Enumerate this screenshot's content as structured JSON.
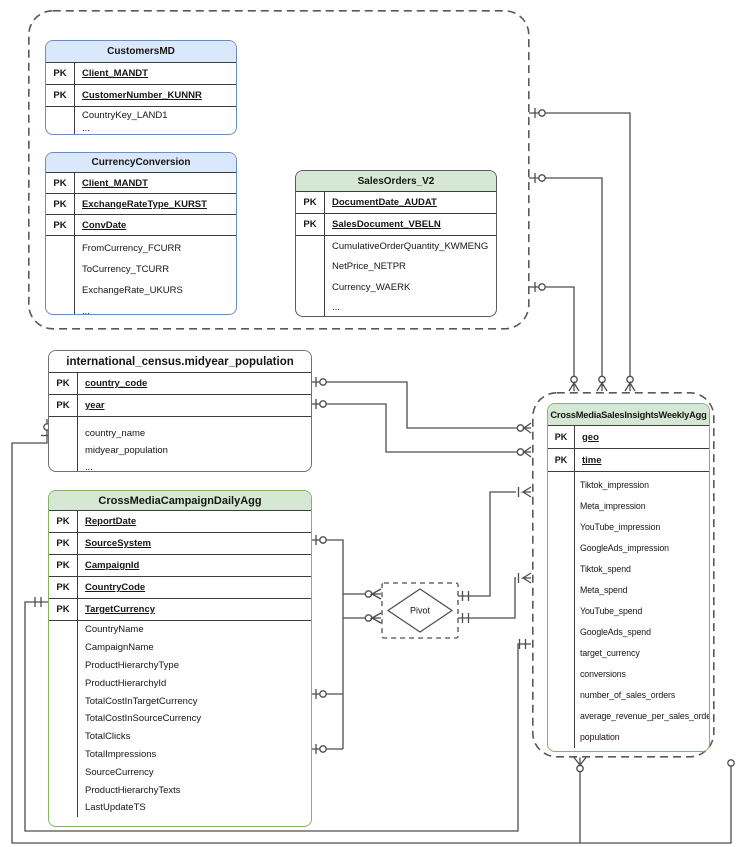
{
  "labels": {
    "pk": "PK",
    "pivot": "Pivot"
  },
  "colors": {
    "blue_header": "#dae8fc",
    "blue_border": "#6c8ebf",
    "green_header": "#d5e8d4",
    "green_border": "#82b366",
    "dark_border": "#5b5b5b",
    "gray_border": "#707070",
    "connector_line": "#4d4d4d",
    "background": "#ffffff"
  },
  "tables": {
    "customersmd": {
      "title": "CustomersMD",
      "pk_fields": [
        "Client_MANDT",
        "CustomerNumber_KUNNR"
      ],
      "fields": [
        "CountryKey_LAND1",
        "..."
      ]
    },
    "currencyconversion": {
      "title": "CurrencyConversion",
      "pk_fields": [
        "Client_MANDT",
        "ExchangeRateType_KURST",
        "ConvDate"
      ],
      "fields": [
        "FromCurrency_FCURR",
        "ToCurrency_TCURR",
        "ExchangeRate_UKURS",
        "..."
      ]
    },
    "salesorders": {
      "title": "SalesOrders_V2",
      "pk_fields": [
        "DocumentDate_AUDAT",
        "SalesDocument_VBELN"
      ],
      "fields": [
        "CumulativeOrderQuantity_KWMENG",
        "NetPrice_NETPR",
        "Currency_WAERK",
        "..."
      ]
    },
    "census": {
      "title": "international_census.midyear_population",
      "pk_fields": [
        "country_code",
        "year"
      ],
      "fields": [
        "country_name",
        "midyear_population",
        "..."
      ]
    },
    "daily": {
      "title": "CrossMediaCampaignDailyAgg",
      "pk_fields": [
        "ReportDate",
        "SourceSystem",
        "CampaignId",
        "CountryCode",
        "TargetCurrency"
      ],
      "fields": [
        "CountryName",
        "CampaignName",
        "ProductHierarchyType",
        "ProductHierarchyId",
        "TotalCostInTargetCurrency",
        "TotalCostInSourceCurrency",
        "TotalClicks",
        "TotalImpressions",
        "SourceCurrency",
        "ProductHierarchyTexts",
        "LastUpdateTS"
      ]
    },
    "weekly": {
      "title": "CrossMediaSalesInsightsWeeklyAgg",
      "pk_fields": [
        "geo",
        "time"
      ],
      "fields": [
        "Tiktok_impression",
        "Meta_impression",
        "YouTube_impression",
        "GoogleAds_impression",
        "Tiktok_spend",
        "Meta_spend",
        "YouTube_spend",
        "GoogleAds_spend",
        "target_currency",
        "conversions",
        "number_of_sales_orders",
        "average_revenue_per_sales_order",
        "population"
      ]
    }
  }
}
